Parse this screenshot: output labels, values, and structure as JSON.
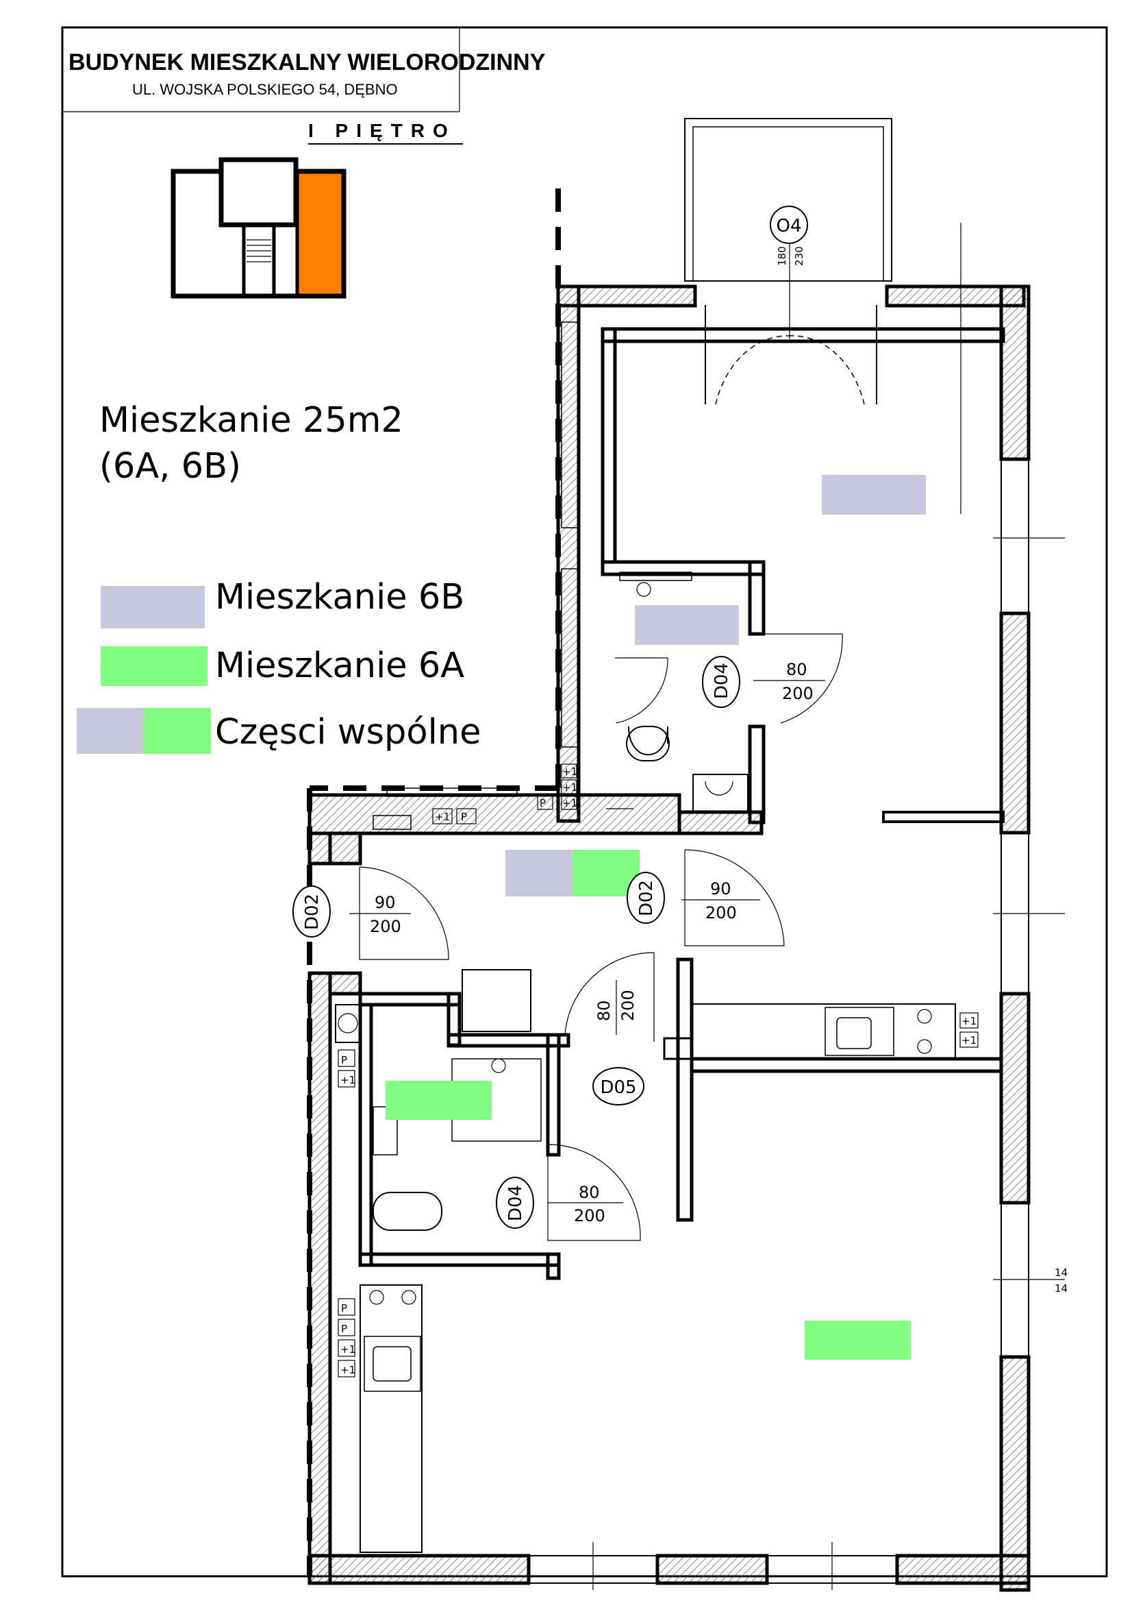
{
  "header": {
    "title": "BUDYNEK MIESZKALNY WIELORODZINNY",
    "address": "UL. WOJSKA POLSKIEGO 54,   DĘBNO",
    "floor": "I PIĘTRO"
  },
  "apartment": {
    "name": "Mieszkanie 25m2",
    "units": "(6A, 6B)"
  },
  "legend": [
    {
      "label": "Mieszkanie 6B",
      "color": "#c8c8dc"
    },
    {
      "label": "Mieszkanie 6A",
      "color": "#80ff80"
    },
    {
      "label": "Częsci wspólne",
      "colors": [
        "#c8c8dc",
        "#80ff80"
      ]
    }
  ],
  "colors": {
    "orange_unit": "#ff8000",
    "unit_6b": "#c8c8dc",
    "unit_6a": "#80ff80"
  },
  "window": {
    "code": "O4",
    "width": "180",
    "height": "230"
  },
  "doors": [
    {
      "code": "D04",
      "width": "80",
      "height": "200"
    },
    {
      "code": "D02",
      "width": "90",
      "height": "200"
    },
    {
      "code": "D02",
      "width": "90",
      "height": "200"
    },
    {
      "code": "D05",
      "width": "80",
      "height": "200"
    },
    {
      "code": "D04",
      "width": "80",
      "height": "200"
    }
  ],
  "markers": {
    "vent": "+1",
    "parking": "P"
  },
  "edge_labels": [
    "14",
    "14"
  ]
}
